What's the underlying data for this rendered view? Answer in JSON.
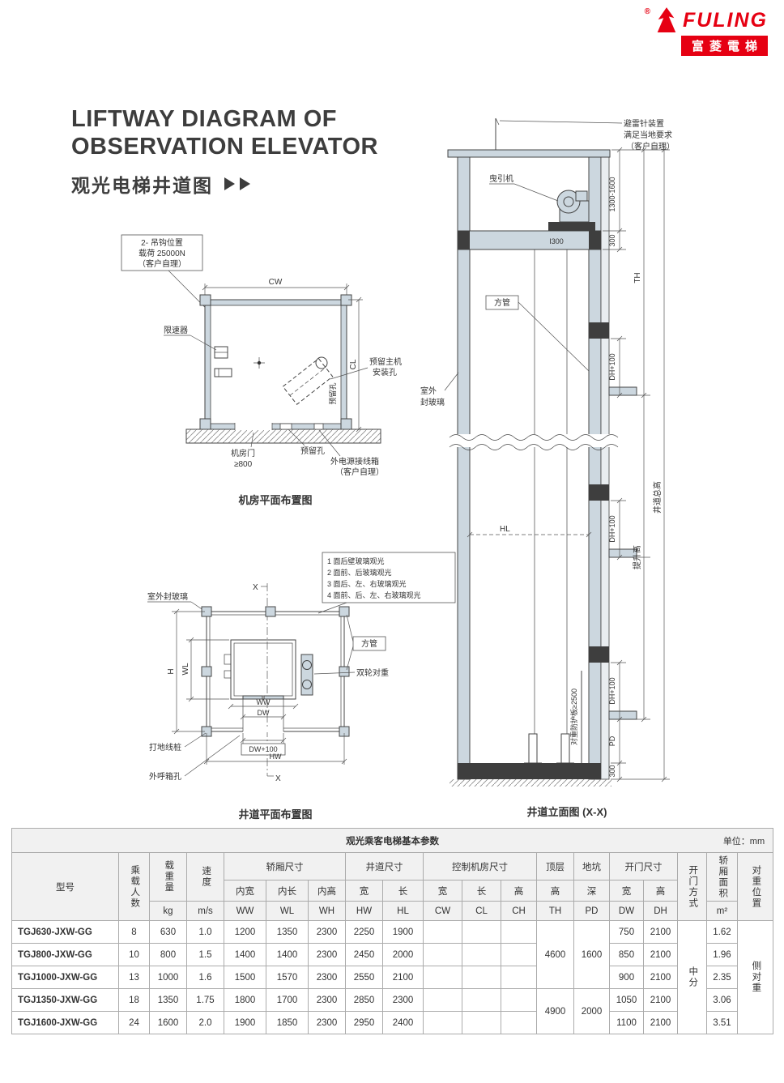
{
  "brand": {
    "name": "FULING",
    "cn": "富菱電梯",
    "registered": "®"
  },
  "title": {
    "line1": "LIFTWAY DIAGRAM OF",
    "line2": "OBSERVATION ELEVATOR",
    "cn": "观光电梯井道图"
  },
  "machine_room": {
    "caption": "机房平面布置图",
    "hook_line1": "2- 吊钩位置",
    "hook_line2": "载荷 25000N",
    "hook_line3": "（客户自理）",
    "dim_cw": "CW",
    "dim_cl": "CL",
    "governor": "限速器",
    "reserved_main_line1": "预留主机",
    "reserved_main_line2": "安装孔",
    "reserved_hole": "预留孔",
    "door_line1": "机房门",
    "door_line2": "≥800",
    "junction_line1": "外电源接线箱",
    "junction_line2": "（客户自理）"
  },
  "liftway_plan": {
    "caption": "井道平面布置图",
    "glass": "室外封玻璃",
    "axis": "X",
    "note1": "1 面后壁玻璃观光",
    "note2": "2 面前、后玻璃观光",
    "note3": "3 面后、左、右玻璃观光",
    "note4": "4 面前、后、左、右玻璃观光",
    "square_tube": "方管",
    "counterweight": "双轮对重",
    "dim_h": "H",
    "dim_wl": "WL",
    "dim_ww": "WW",
    "dim_dw": "DW",
    "dim_dw100": "DW+100",
    "dim_hw": "HW",
    "ground_stake": "打地线桩",
    "call_box": "外呼箱孔"
  },
  "elevation": {
    "caption": "井道立面图 (X-X)",
    "lightning_line1": "避雷针装置",
    "lightning_line2": "满足当地要求",
    "lightning_line3": "（客户自理）",
    "traction": "曳引机",
    "beam": "I300",
    "dim_top": "1300-1600",
    "dim_300": "300",
    "dim_th": "TH",
    "square_tube": "方管",
    "glass_line1": "室外",
    "glass_line2": "封玻璃",
    "dim_dh": "DH+100",
    "total_height": "井道总高",
    "dim_hl": "HL",
    "travel_height": "提升高",
    "cw_guard": "对重防护板≥2500",
    "dim_pd": "PD"
  },
  "table": {
    "title": "观光乘客电梯基本参数",
    "unit": "单位：mm",
    "h_model": "型号",
    "h_passengers": "乘载人数",
    "h_load": "载重量",
    "h_load_unit": "kg",
    "h_speed": "速度",
    "h_speed_unit": "m/s",
    "g_car": "轿厢尺寸",
    "g_shaft": "井道尺寸",
    "g_machine_room": "控制机房尺寸",
    "g_top_floor": "顶层",
    "g_pit": "地坑",
    "g_door": "开门尺寸",
    "h_door_type": "开门方式",
    "h_area": "轿厢面积",
    "h_area_unit": "m²",
    "h_cw_pos": "对重位置",
    "s_ww": "内宽",
    "s_wl": "内长",
    "s_wh": "内高",
    "s_hw": "宽",
    "s_hl": "长",
    "s_cw": "宽",
    "s_cl": "长",
    "s_ch": "高",
    "s_th": "高",
    "s_pd": "深",
    "s_dw": "宽",
    "s_dh": "高",
    "c_ww": "WW",
    "c_wl": "WL",
    "c_wh": "WH",
    "c_hw": "HW",
    "c_hl": "HL",
    "c_cw": "CW",
    "c_cl": "CL",
    "c_ch": "CH",
    "c_th": "TH",
    "c_pd": "PD",
    "c_dw": "DW",
    "c_dh": "DH",
    "door_type": "中分",
    "cw_position": "侧对重",
    "th_group1": "4600",
    "th_group2": "4900",
    "pd_group1": "1600",
    "pd_group2": "2000",
    "rows": [
      {
        "model": "TGJ630-JXW-GG",
        "passengers": "8",
        "load": "630",
        "speed": "1.0",
        "ww": "1200",
        "wl": "1350",
        "wh": "2300",
        "hw": "2250",
        "hl": "1900",
        "dw": "750",
        "dh": "2100",
        "area": "1.62"
      },
      {
        "model": "TGJ800-JXW-GG",
        "passengers": "10",
        "load": "800",
        "speed": "1.5",
        "ww": "1400",
        "wl": "1400",
        "wh": "2300",
        "hw": "2450",
        "hl": "2000",
        "dw": "850",
        "dh": "2100",
        "area": "1.96"
      },
      {
        "model": "TGJ1000-JXW-GG",
        "passengers": "13",
        "load": "1000",
        "speed": "1.6",
        "ww": "1500",
        "wl": "1570",
        "wh": "2300",
        "hw": "2550",
        "hl": "2100",
        "dw": "900",
        "dh": "2100",
        "area": "2.35"
      },
      {
        "model": "TGJ1350-JXW-GG",
        "passengers": "18",
        "load": "1350",
        "speed": "1.75",
        "ww": "1800",
        "wl": "1700",
        "wh": "2300",
        "hw": "2850",
        "hl": "2300",
        "dw": "1050",
        "dh": "2100",
        "area": "3.06"
      },
      {
        "model": "TGJ1600-JXW-GG",
        "passengers": "24",
        "load": "1600",
        "speed": "2.0",
        "ww": "1900",
        "wl": "1850",
        "wh": "2300",
        "hw": "2950",
        "hl": "2400",
        "dw": "1100",
        "dh": "2100",
        "area": "3.51"
      }
    ]
  }
}
